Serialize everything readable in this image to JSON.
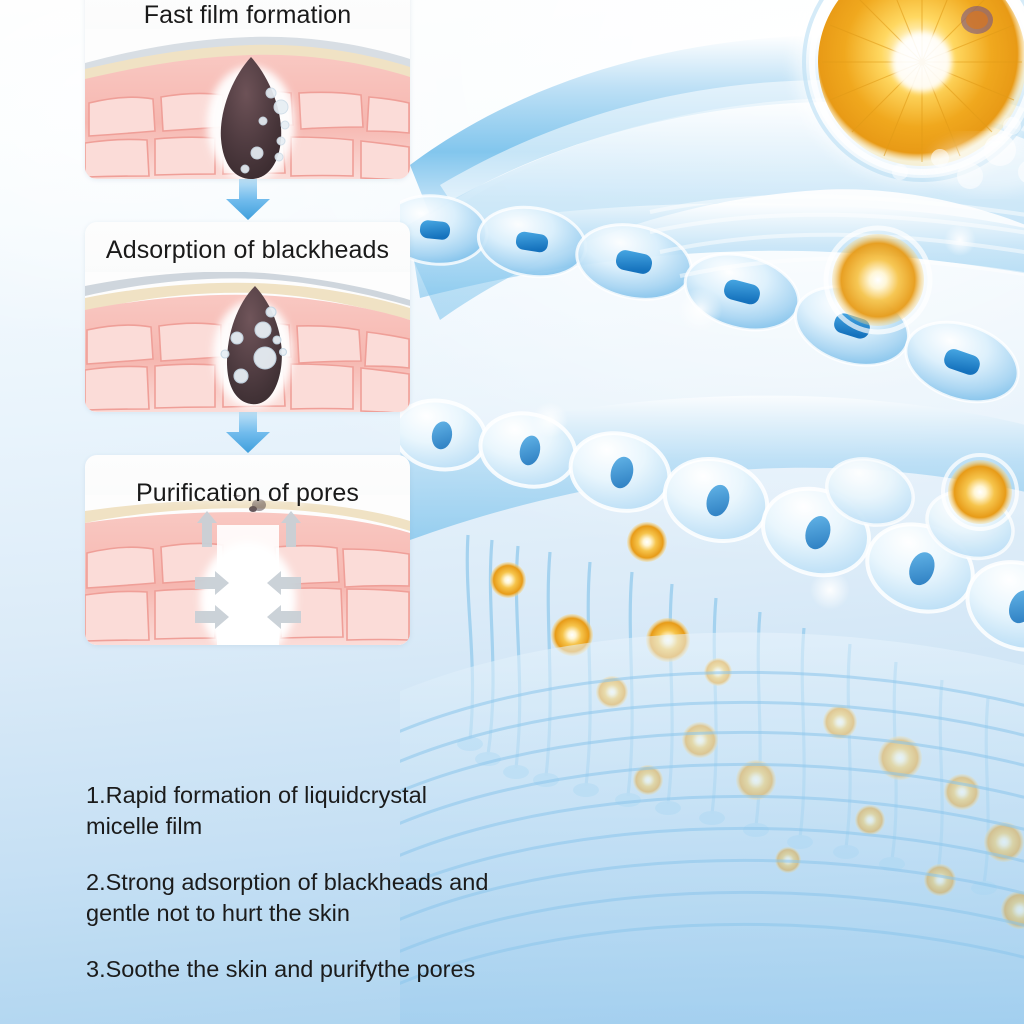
{
  "background": {
    "top_color": "#fdfefe",
    "mid_color": "#dcebf8",
    "bottom_color": "#a9d2ef"
  },
  "steps": [
    {
      "id": "step-1",
      "title": "Fast film formation",
      "diagram": "skin-cross-section-with-blackhead-plug"
    },
    {
      "id": "step-2",
      "title": "Adsorption of blackheads",
      "diagram": "skin-cross-section-with-micelle-bubbles-on-plug"
    },
    {
      "id": "step-3",
      "title": "Purification of pores",
      "diagram": "skin-cross-section-with-cleared-pore-and-arrows"
    }
  ],
  "arrows": {
    "icon": "arrow-down-icon",
    "color": "#56ace3",
    "count": 2
  },
  "notes": [
    "1.Rapid formation of liquidcrystal micelle film",
    "2.Strong adsorption of blackheads and gentle not to hurt the skin",
    "3.Soothe the skin and purifythe pores"
  ],
  "notes_lines": [
    [
      "1.Rapid formation of liquidcrystal",
      "micelle film"
    ],
    [
      "2.Strong adsorption of blackheads and",
      "gentle not to hurt the skin"
    ],
    [
      "3.Soothe the skin and purifythe pores"
    ]
  ],
  "illustration": {
    "name": "skin-cell-layers-with-micelle-spheres",
    "description": "Translucent blue 3D skin cell layers with flowing liquid ribbon and glowing golden micelle spheres",
    "cell_color": "#bfe0f7",
    "nucleus_color": "#1f8ed8",
    "micelle_color": "#f0a81e",
    "micelle_core_color": "#fffbe8",
    "ribbon_color": "#8fcdf0"
  }
}
